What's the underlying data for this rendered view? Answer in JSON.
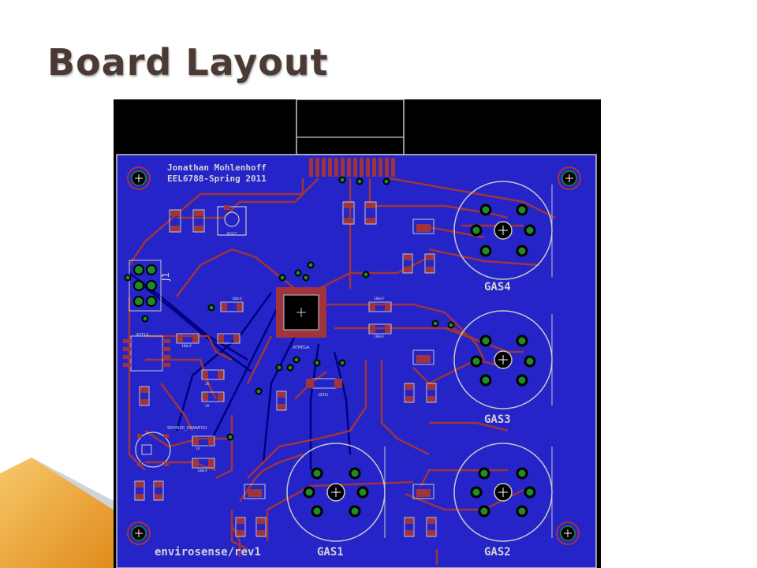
{
  "slide": {
    "title": "Board Layout"
  },
  "board": {
    "author": "Jonathan Mohlenhoff",
    "course": "EEL6788-Spring 2011",
    "revision": "envirosense/rev1",
    "header_label": "J1",
    "chip_label": "SHT1X",
    "mcu_label": "ATMEGA",
    "led_label": "LED1",
    "reset_label": "RESET",
    "accel_label": "SEP4500_DRAWFOO",
    "gas_labels": [
      "GAS4",
      "GAS3",
      "GAS1",
      "GAS2"
    ],
    "cap_100nf": "100nF",
    "res_1k": "1K",
    "res_2k": "2K",
    "colors": {
      "copper_fill": "#2424c8",
      "trace_top": "#a0343c",
      "trace_bottom": "#000080",
      "outline": "#c8c8c8",
      "pad": "#1e8c28",
      "silk": "#d2d2d2"
    }
  }
}
